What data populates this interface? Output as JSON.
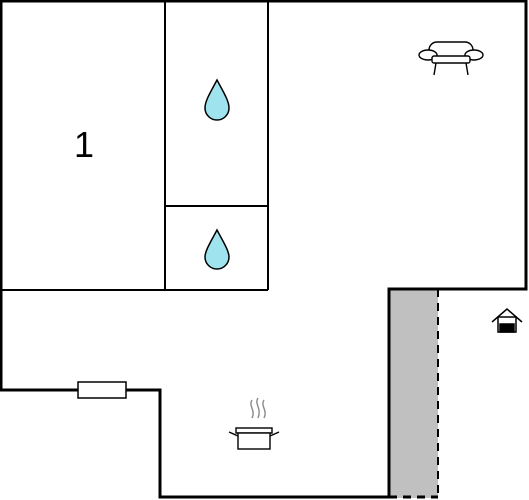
{
  "floorplan": {
    "rooms": [
      {
        "label": "1",
        "type": "bedroom"
      },
      {
        "type": "bathroom",
        "icon": "water-drop-icon"
      },
      {
        "type": "bathroom",
        "icon": "water-drop-icon"
      },
      {
        "type": "living-room",
        "icon": "sofa-icon"
      },
      {
        "type": "kitchen",
        "icon": "cooking-pot-icon"
      },
      {
        "type": "entrance",
        "icon": "house-entrance-icon"
      }
    ],
    "colors": {
      "wall": "#000000",
      "background": "#ffffff",
      "water": "#9fe3ee",
      "terrace": "#c0c0c0"
    }
  }
}
